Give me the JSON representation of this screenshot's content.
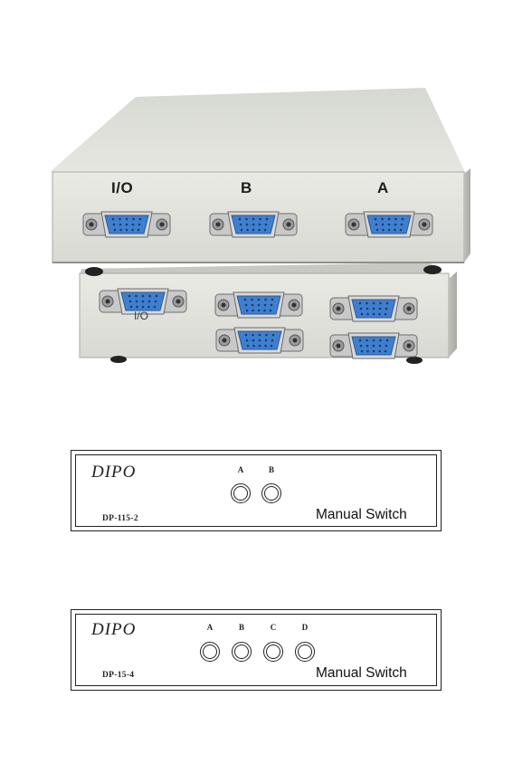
{
  "photo": {
    "top_box_ports": [
      "I/O",
      "B",
      "A"
    ],
    "bottom_box_port_label": "I/O"
  },
  "plates": [
    {
      "brand": "DIPO",
      "model": "DP-115-2",
      "caption": "Manual Switch",
      "buttons": [
        "A",
        "B"
      ]
    },
    {
      "brand": "DIPO",
      "model": "DP-15-4",
      "caption": "Manual Switch",
      "buttons": [
        "A",
        "B",
        "C",
        "D"
      ]
    }
  ],
  "colors": {
    "case": "#e3e4de",
    "case_shade": "#b9bab4",
    "vga_blue": "#3f7fd0",
    "metal": "#c9c9c9"
  }
}
